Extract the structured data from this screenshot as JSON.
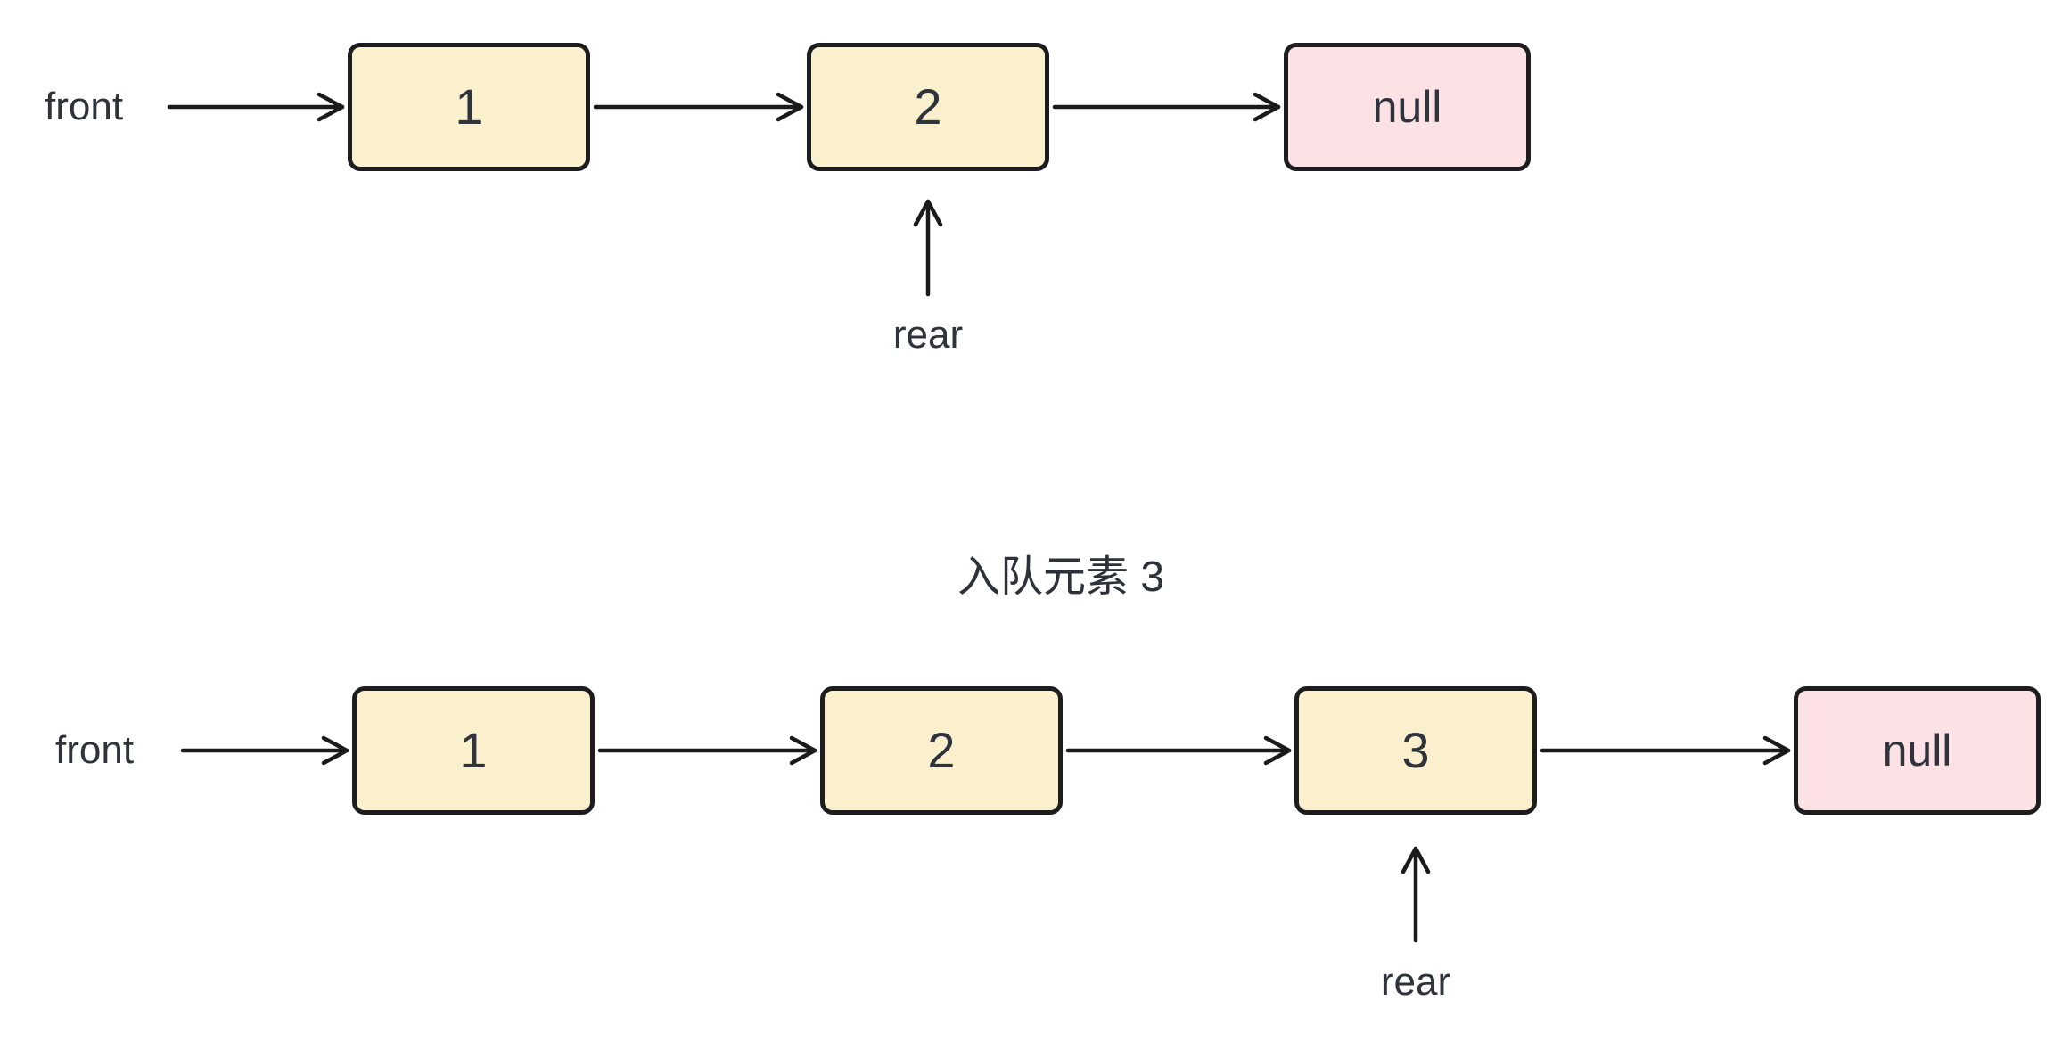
{
  "title": "入队元素 3",
  "colors": {
    "node_fill": "#FBF0CE",
    "null_fill": "#FCE1E5",
    "border": "#1D1D20",
    "text": "#2F333B",
    "arrow": "#1A1A1A",
    "background": "#FFFFFF"
  },
  "before": {
    "front_label": "front",
    "rear_label": "rear",
    "null_label": "null",
    "nodes": [
      "1",
      "2"
    ]
  },
  "after": {
    "front_label": "front",
    "rear_label": "rear",
    "null_label": "null",
    "nodes": [
      "1",
      "2",
      "3"
    ]
  }
}
